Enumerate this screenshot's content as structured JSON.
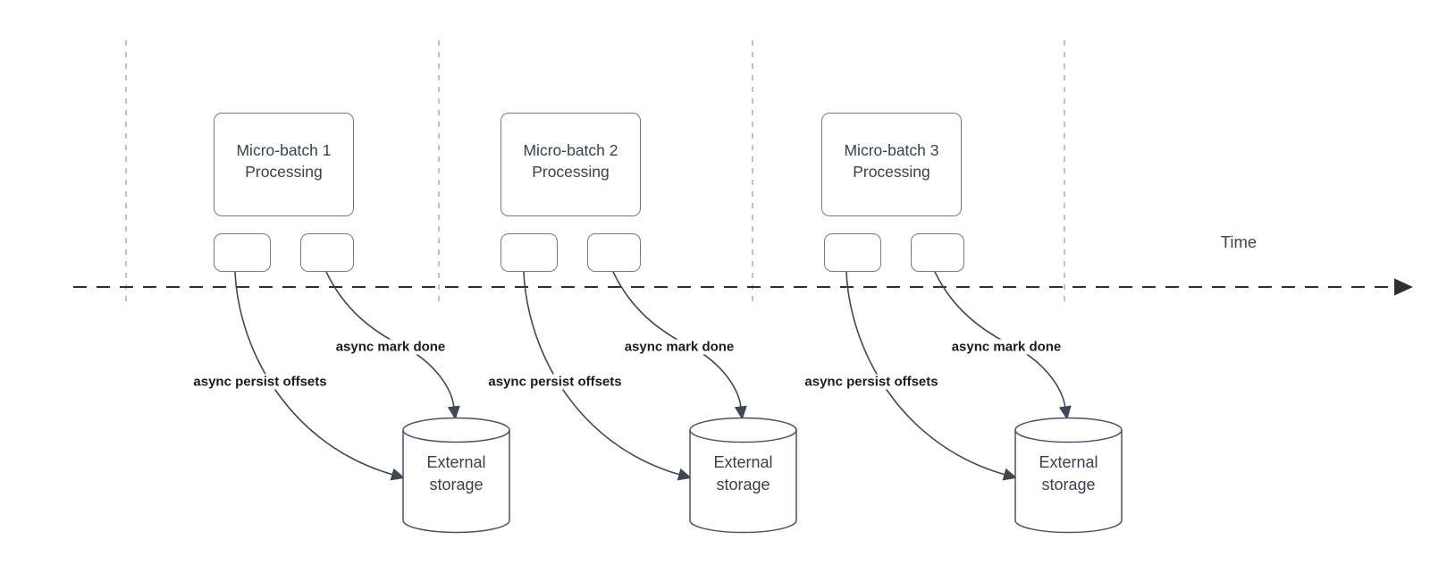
{
  "timeline": {
    "label": "Time"
  },
  "groups": [
    {
      "box_line1": "Micro-batch 1",
      "box_line2": "Processing",
      "persist_label": "async persist offsets",
      "mark_label": "async mark done",
      "storage_line1": "External",
      "storage_line2": "storage"
    },
    {
      "box_line1": "Micro-batch 2",
      "box_line2": "Processing",
      "persist_label": "async persist offsets",
      "mark_label": "async mark done",
      "storage_line1": "External",
      "storage_line2": "storage"
    },
    {
      "box_line1": "Micro-batch 3",
      "box_line2": "Processing",
      "persist_label": "async persist offsets",
      "mark_label": "async mark done",
      "storage_line1": "External",
      "storage_line2": "storage"
    }
  ],
  "colors": {
    "background": "#ffffff",
    "shape_stroke": "#4a5260",
    "box_border": "#747a84",
    "grid_line": "#b3b3b3",
    "timeline_line": "#2d2f31",
    "box_text": "#39414d",
    "label_text": "#191c22"
  }
}
